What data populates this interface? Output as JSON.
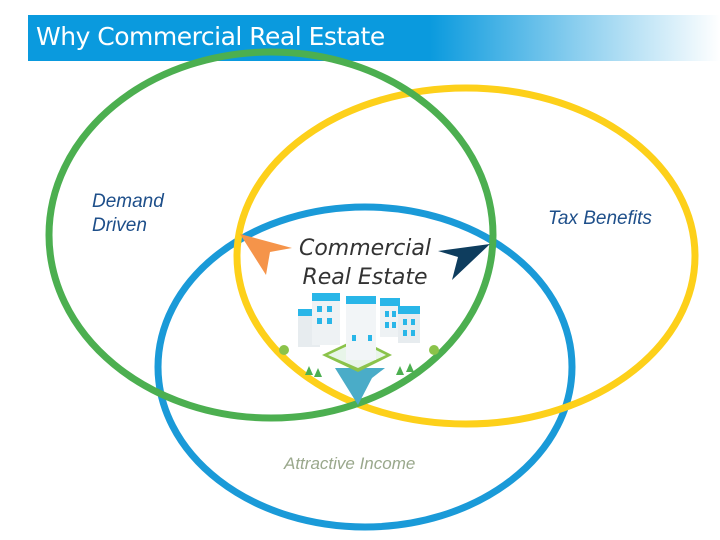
{
  "header": {
    "title": "Why Commercial Real Estate"
  },
  "diagram": {
    "center": {
      "line1": "Commercial",
      "line2": "Real Estate"
    },
    "sets": [
      {
        "label_line1": "Demand",
        "label_line2": "Driven",
        "color": "#4caf50"
      },
      {
        "label": "Tax Benefits",
        "color": "#fdd01a"
      },
      {
        "label": "Attractive Income",
        "color": "#1a9ad8"
      }
    ]
  }
}
